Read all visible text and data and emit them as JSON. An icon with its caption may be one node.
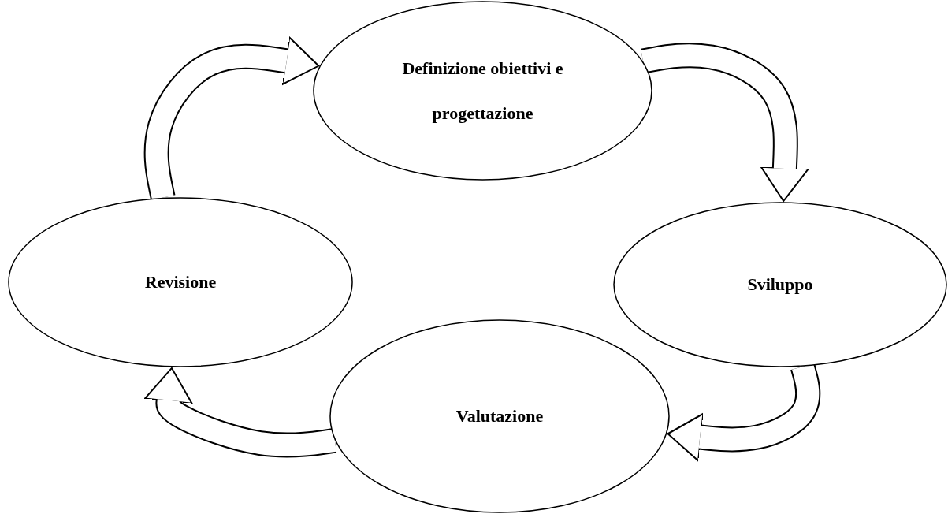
{
  "diagram": {
    "nodes": [
      {
        "text": [
          "Definizione obiettivi e progettazione"
        ]
      },
      {
        "text": [
          "Sviluppo"
        ]
      },
      {
        "text": [
          "Valutazione"
        ]
      },
      {
        "text": [
          "Revisione"
        ]
      }
    ],
    "edges": [
      {
        "from": 0,
        "to": 1,
        "arrow": "to"
      },
      {
        "from": 1,
        "to": 2,
        "arrow": "to"
      },
      {
        "from": 2,
        "to": 3,
        "arrow": "to"
      },
      {
        "from": 3,
        "to": 0,
        "arrow": "to"
      }
    ]
  }
}
